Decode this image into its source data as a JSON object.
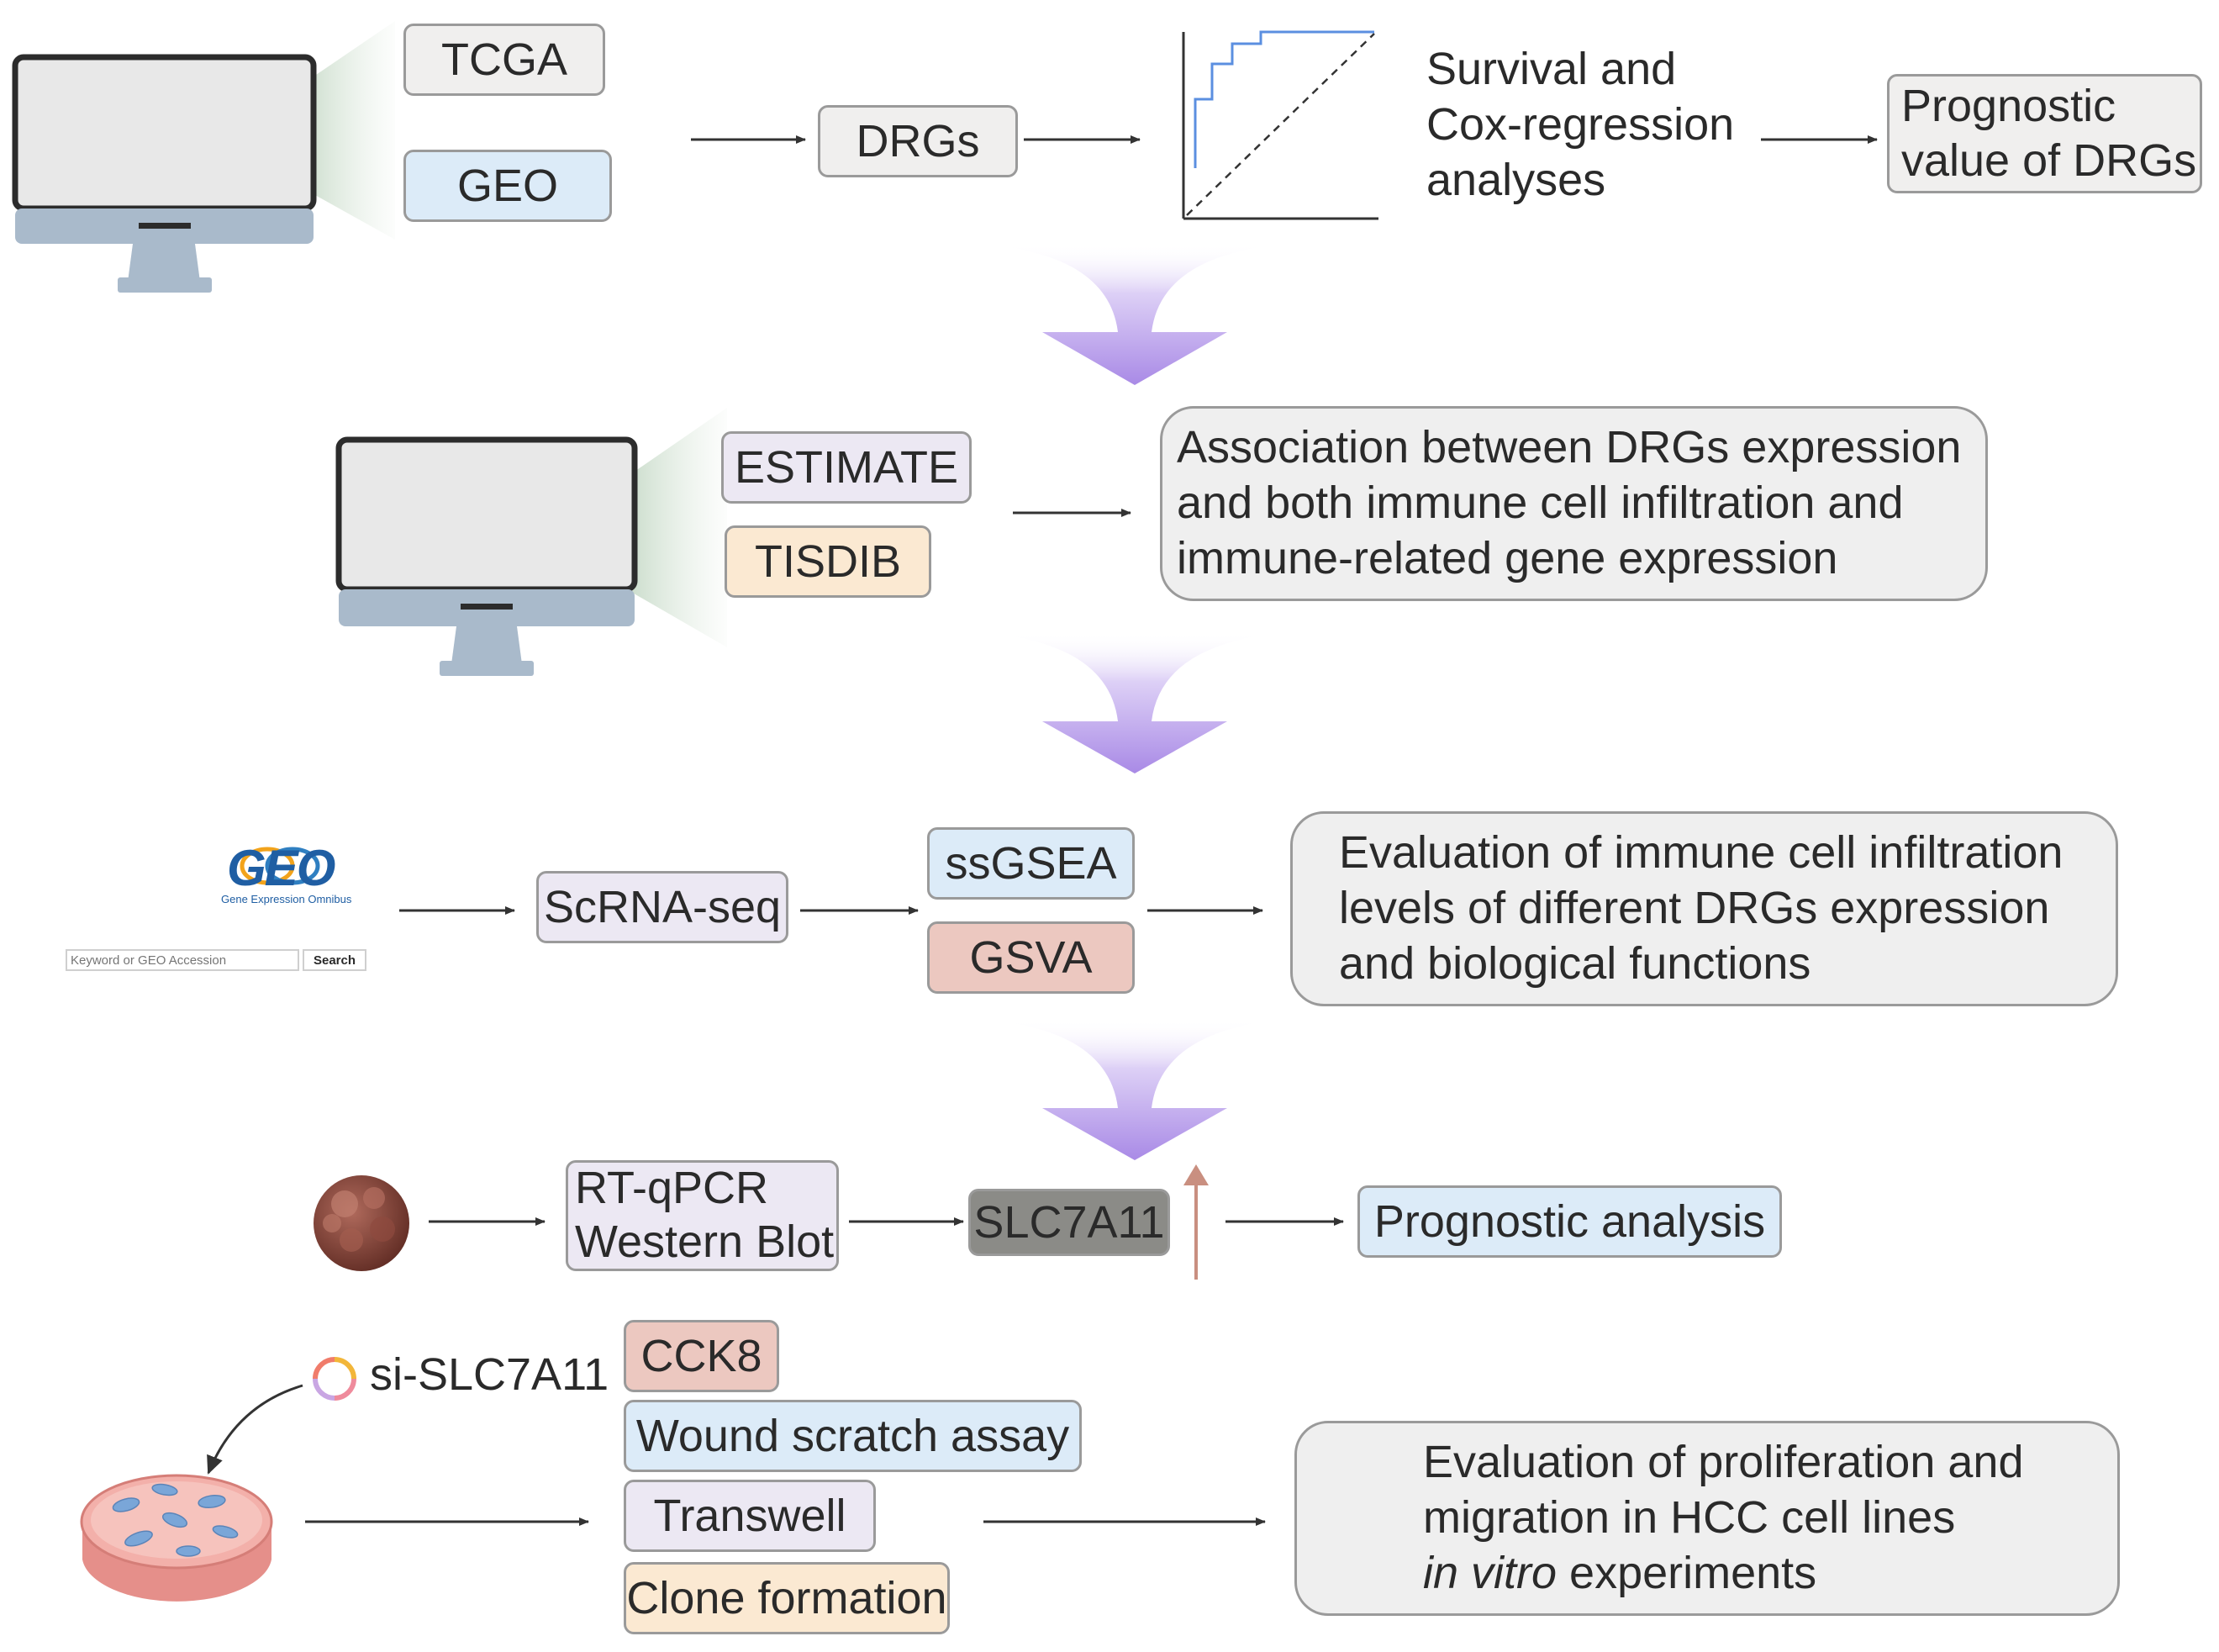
{
  "row1": {
    "sources": [
      "TCGA",
      "GEO"
    ],
    "genes": "DRGs",
    "analysis": [
      "Survival and",
      "Cox-regression",
      "analyses"
    ],
    "result": [
      "Prognostic",
      "value of DRGs"
    ]
  },
  "row2": {
    "tools": [
      "ESTIMATE",
      "TISDIB"
    ],
    "result": [
      "Association between DRGs expression",
      "and both immune cell infiltration and",
      "immune-related gene expression"
    ]
  },
  "row3": {
    "geo_logo_text": "GEO",
    "geo_logo_caption": "Gene Expression Omnibus",
    "geo_search_placeholder": "Keyword or GEO Accession",
    "geo_search_button": "Search",
    "method": "ScRNA-seq",
    "tools": [
      "ssGSEA",
      "GSVA"
    ],
    "result": [
      "Evaluation of immune cell infiltration",
      "levels of different DRGs expression",
      "and biological functions"
    ]
  },
  "row4": {
    "methods": [
      "RT-qPCR",
      "Western Blot"
    ],
    "gene": "SLC7A11",
    "result": "Prognostic analysis"
  },
  "row5": {
    "sirna": "si-SLC7A11",
    "assays": [
      "CCK8",
      "Wound scratch assay",
      "Transwell",
      "Clone formation"
    ],
    "result": [
      "Evaluation of proliferation and",
      "migration in HCC cell lines"
    ],
    "result_italic": "in vitro",
    "result_tail": " experiments"
  },
  "colors": {
    "box_gray": "#f0efee",
    "box_blue": "#dcebf8",
    "box_lavender": "#ece8f3",
    "box_tan": "#fbe9d2",
    "box_pink": "#ecc8c0",
    "box_dark": "#8b8b87",
    "flow_arrow": "#b79ae8",
    "monitor": "#a9bacb",
    "beam": "#8fb58f",
    "roc_curve": "#5b8fe0",
    "up_arrow": "#c98f80"
  }
}
